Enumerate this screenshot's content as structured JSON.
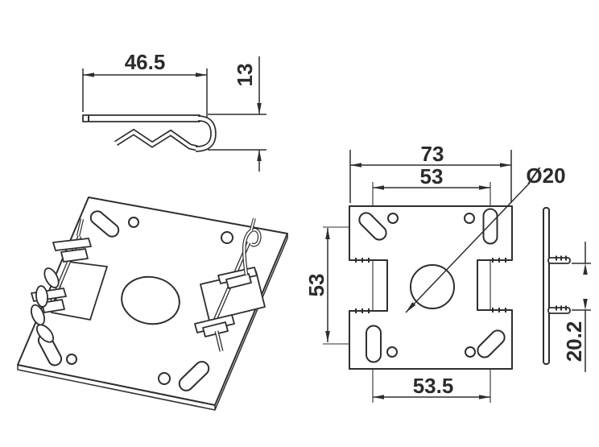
{
  "drawing": {
    "background": "#ffffff",
    "line_color": "#2e2e2e",
    "views": {
      "clip_profile": {
        "name": "spring-clip side profile",
        "dim_width": "46.5",
        "dim_height": "13"
      },
      "plate_isometric": {
        "name": "mounting plate isometric view with spring clips"
      },
      "plate_front": {
        "name": "mounting plate front view",
        "dim_overall_width": "73",
        "dim_top_hole_spacing": "53",
        "dim_left_hole_spacing": "53",
        "dim_bottom_hole_spacing": "53.5",
        "dim_center_hole": "Ø20"
      },
      "plate_side": {
        "name": "mounting plate side profile",
        "dim_tab_spacing": "20.2"
      }
    }
  }
}
